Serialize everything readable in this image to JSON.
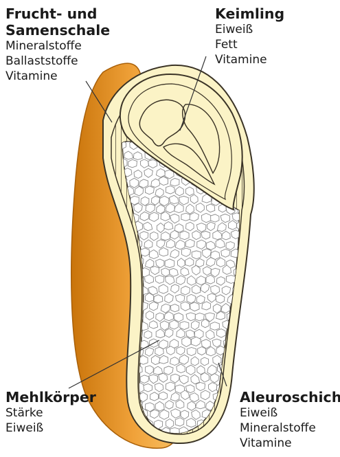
{
  "labels": {
    "shell": {
      "title_line1": "Frucht- und",
      "title_line2": "Samenschale",
      "items": [
        "Mineralstoffe",
        "Ballaststoffe",
        "Vitamine"
      ]
    },
    "germ": {
      "title": "Keimling",
      "items": [
        "Eiweiß",
        "Fett",
        "Vitamine"
      ]
    },
    "endosperm": {
      "title": "Mehlkörper",
      "items": [
        "Stärke",
        "Eiweiß"
      ]
    },
    "aleurone": {
      "title": "Aleuroschicht",
      "items": [
        "Eiweiß",
        "Mineralstoffe",
        "Vitamine"
      ]
    }
  },
  "colors": {
    "husk_dark": "#d2800c",
    "husk_light": "#f6b54a",
    "layer_fill": "#fbf3c6",
    "outline": "#3a3326",
    "cell_fill": "#ffffff",
    "cell_line": "#8a8a8a"
  }
}
